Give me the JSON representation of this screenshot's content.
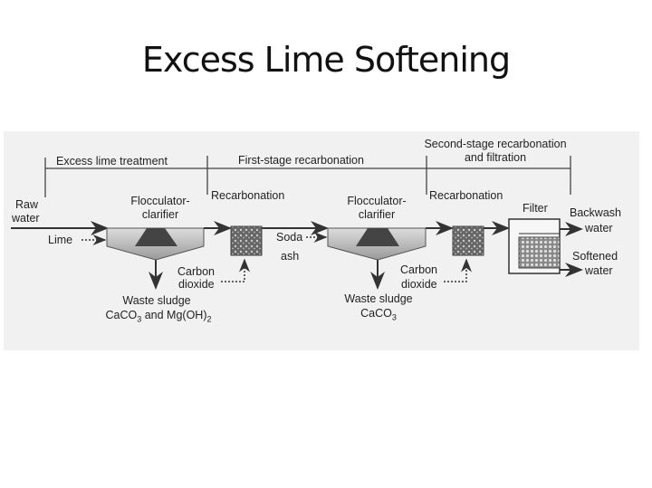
{
  "title": "Excess Lime Softening",
  "stages": {
    "stage1": "Excess lime treatment",
    "stage2": "First-stage recarbonation",
    "stage3_line1": "Second-stage recarbonation",
    "stage3_line2": "and filtration"
  },
  "labels": {
    "raw_water_1": "Raw",
    "raw_water_2": "water",
    "lime": "Lime",
    "floc1_1": "Flocculator-",
    "floc1_2": "clarifier",
    "recarb1": "Recarbonation",
    "co2_1_a": "Carbon",
    "co2_1_b": "dioxide",
    "waste1_a": "Waste sludge",
    "waste1_b_prefix": "CaCO",
    "waste1_b_sub1": "3",
    "waste1_b_mid": " and Mg(OH)",
    "waste1_b_sub2": "2",
    "soda_1": "Soda",
    "soda_2": "ash",
    "floc2_1": "Flocculator-",
    "floc2_2": "clarifier",
    "waste2_a": "Waste sludge",
    "waste2_b_prefix": "CaCO",
    "waste2_b_sub": "3",
    "recarb2": "Recarbonation",
    "co2_2_a": "Carbon",
    "co2_2_b": "dioxide",
    "filter": "Filter",
    "backwash_1": "Backwash",
    "backwash_2": "water",
    "softened_1": "Softened",
    "softened_2": "water"
  }
}
